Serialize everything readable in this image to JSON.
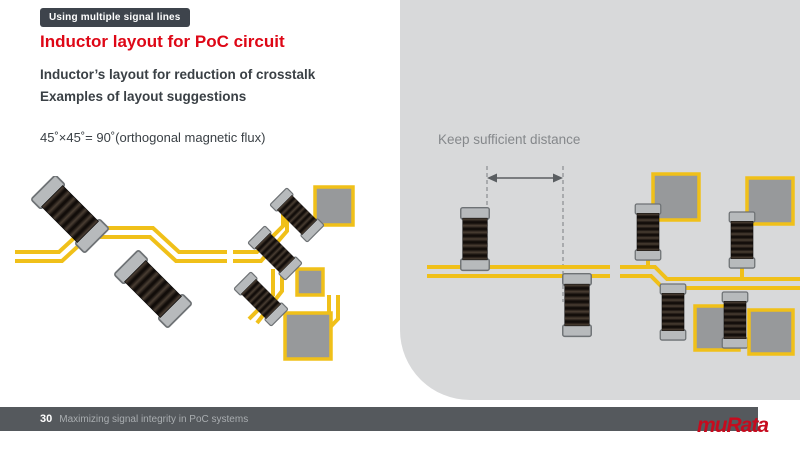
{
  "slide": {
    "badge": "Using multiple signal lines",
    "title": "Inductor layout for PoC circuit",
    "subtitle1": "Inductor’s layout for reduction of crosstalk",
    "subtitle2": "Examples of layout suggestions",
    "left_caption": "45˚×45˚= 90˚(orthogonal magnetic flux)",
    "right_caption": "Keep sufficient distance"
  },
  "footer": {
    "page_number": "30",
    "text": "Maximizing signal integrity in PoC systems"
  },
  "logo_text": "muRata",
  "colors": {
    "accent_red": "#de0716",
    "trace_yellow": "#f0c019",
    "panel_gray": "#d8d9da",
    "footer_gray": "#55595d",
    "badge_gray": "#3e444c",
    "text_dark": "#3a4045",
    "text_muted": "#85888b"
  }
}
